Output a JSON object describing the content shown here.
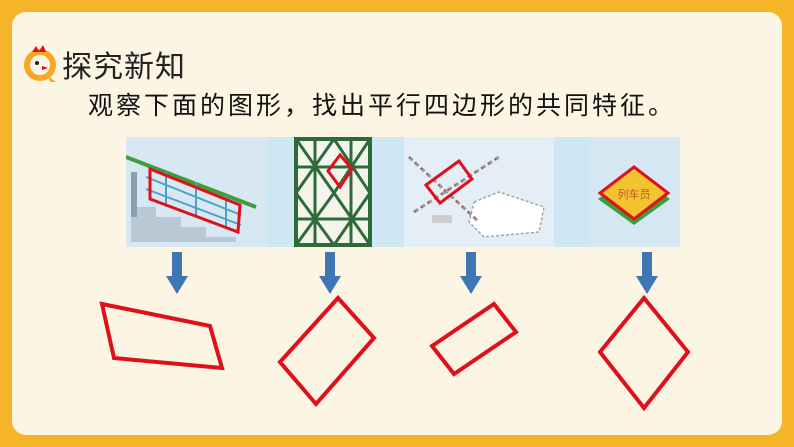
{
  "header": {
    "title": "探究新知",
    "icon": "chick-icon"
  },
  "instruction": "观察下面的图形，找出平行四边形的共同特征。",
  "photos": [
    {
      "icon": "stair-railing-icon"
    },
    {
      "icon": "lattice-fence-icon"
    },
    {
      "icon": "crane-arm-icon"
    },
    {
      "icon": "train-sign-icon",
      "sign_text": "列车员"
    }
  ],
  "colors": {
    "border": "#f5b526",
    "background": "#fdf5e4",
    "highlight": "#e0101b",
    "arrow": "#3f76b4",
    "photo_bg": "#cfe6f5"
  }
}
